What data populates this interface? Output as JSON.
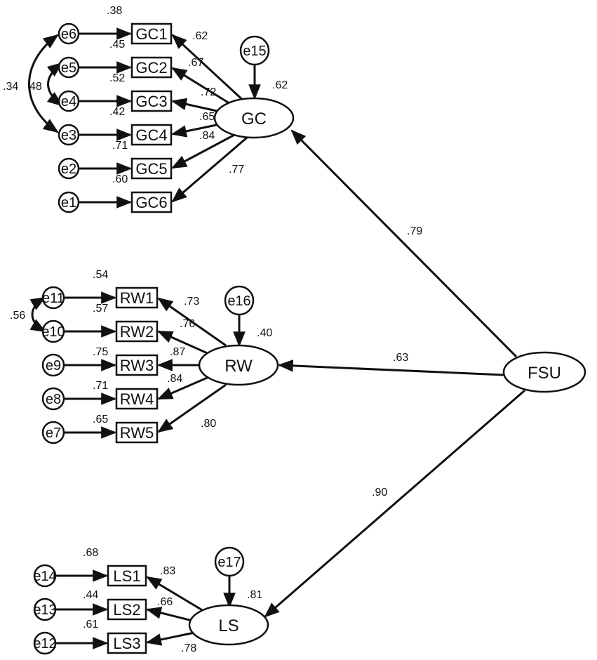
{
  "factors": {
    "GC": {
      "label": "GC",
      "r2": ".62",
      "path_from_fsu": ".79",
      "error": {
        "label": "e15"
      }
    },
    "RW": {
      "label": "RW",
      "r2": ".40",
      "path_from_fsu": ".63",
      "error": {
        "label": "e16"
      }
    },
    "LS": {
      "label": "LS",
      "r2": ".81",
      "path_from_fsu": ".90",
      "error": {
        "label": "e17"
      }
    },
    "FSU": {
      "label": "FSU"
    }
  },
  "indicators": {
    "GC": [
      {
        "label": "GC1",
        "error": "e6",
        "r2": ".38",
        "loading": ".62"
      },
      {
        "label": "GC2",
        "error": "e5",
        "r2": ".45",
        "loading": ".67"
      },
      {
        "label": "GC3",
        "error": "e4",
        "r2": ".52",
        "loading": ".72"
      },
      {
        "label": "GC4",
        "error": "e3",
        "r2": ".42",
        "loading": ".65"
      },
      {
        "label": "GC5",
        "error": "e2",
        "r2": ".71",
        "loading": ".84"
      },
      {
        "label": "GC6",
        "error": "e1",
        "r2": ".60",
        "loading": ".77"
      }
    ],
    "RW": [
      {
        "label": "RW1",
        "error": "e11",
        "r2": ".54",
        "loading": ".73"
      },
      {
        "label": "RW2",
        "error": "e10",
        "r2": ".57",
        "loading": ".76"
      },
      {
        "label": "RW3",
        "error": "e9",
        "r2": ".75",
        "loading": ".87"
      },
      {
        "label": "RW4",
        "error": "e8",
        "r2": ".71",
        "loading": ".84"
      },
      {
        "label": "RW5",
        "error": "e7",
        "r2": ".65",
        "loading": ".80"
      }
    ],
    "LS": [
      {
        "label": "LS1",
        "error": "e14",
        "r2": ".68",
        "loading": ".83"
      },
      {
        "label": "LS2",
        "error": "e13",
        "r2": ".44",
        "loading": ".66"
      },
      {
        "label": "LS3",
        "error": "e12",
        "r2": ".61",
        "loading": ".78"
      }
    ]
  },
  "covariances": [
    {
      "between": "e6-e3",
      "value": ".34"
    },
    {
      "between": "e5-e4",
      "value": "48"
    },
    {
      "between": "e11-e10",
      "value": ".56"
    }
  ]
}
